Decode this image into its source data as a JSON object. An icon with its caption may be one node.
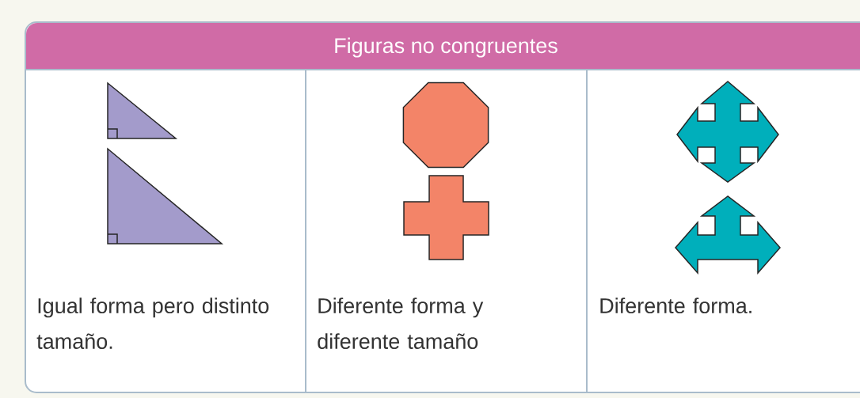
{
  "diagram": {
    "title": "Figuras no congruentes",
    "labels": [
      "Igual forma pero distinto tamaño.",
      "Diferente forma y diferente tamaño",
      "Diferente forma."
    ]
  }
}
